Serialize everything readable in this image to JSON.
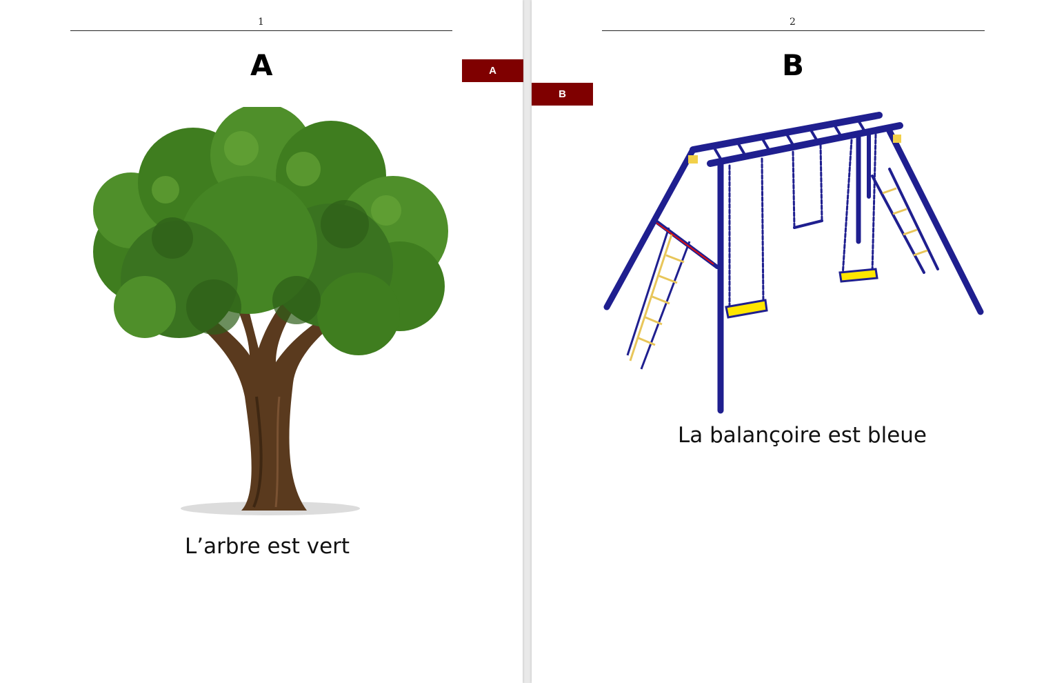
{
  "pages": [
    {
      "number": "1",
      "heading": "A",
      "caption": "L’arbre est vert",
      "illustration_icon": "tree-icon"
    },
    {
      "number": "2",
      "heading": "B",
      "caption": "La balançoire est bleue",
      "illustration_icon": "swing-set-icon"
    }
  ],
  "bookmarks": [
    {
      "label": "A"
    },
    {
      "label": "B"
    }
  ],
  "colors": {
    "bookmark_bg": "#7f0000",
    "swing_frame": "#1f1f8f",
    "swing_seat": "#ffe600",
    "tree_foliage": "#3f7d1f",
    "tree_trunk": "#5a3a1e"
  }
}
